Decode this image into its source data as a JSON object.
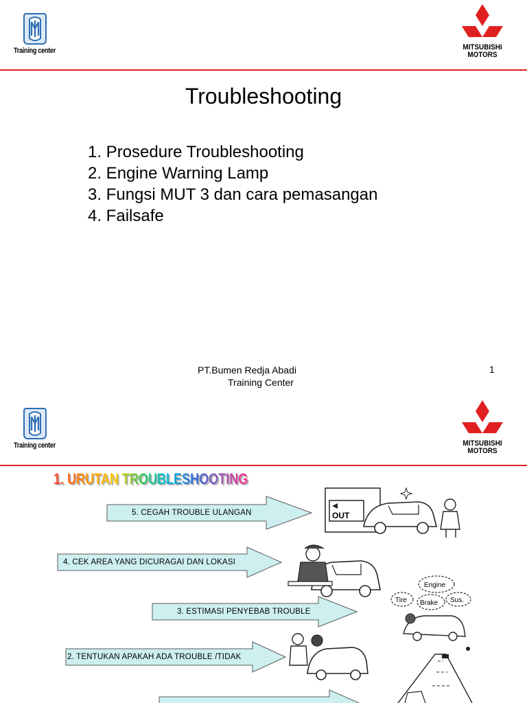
{
  "slide1": {
    "logo_left_caption": "Training center",
    "logo_right_brand_line1": "MITSUBISHI",
    "logo_right_brand_line2": "MOTORS",
    "title": "Troubleshooting",
    "agenda": [
      "1. Prosedure Troubleshooting",
      "2. Engine Warning Lamp",
      "3. Fungsi MUT 3 dan cara pemasangan",
      "4. Failsafe"
    ],
    "footer_line1": "PT.Bumen Redja Abadi",
    "footer_line2": "Training Center",
    "page_number": "1"
  },
  "slide2": {
    "logo_left_caption": "Training center",
    "logo_right_brand_line1": "MITSUBISHI",
    "logo_right_brand_line2": "MOTORS",
    "heading": "1. URUTAN TROUBLESHOOTING",
    "steps": [
      "5.  CEGAH TROUBLE ULANGAN",
      "4.  CEK AREA YANG DICURAGAI DAN LOKASI",
      "3.  ESTIMASI PENYEBAB TROUBLE",
      "2.  TENTUKAN APAKAH ADA TROUBLE /TIDAK"
    ],
    "illustration_labels": {
      "out_sign": "OUT",
      "bubble_engine": "Engine",
      "bubble_tire": "Tire",
      "bubble_brake": "Brake",
      "bubble_sus": "Sus."
    }
  },
  "colors": {
    "accent_red": "#e02020",
    "arrow_fill": "#cdeff0",
    "logo_blue": "#2e6db4"
  }
}
